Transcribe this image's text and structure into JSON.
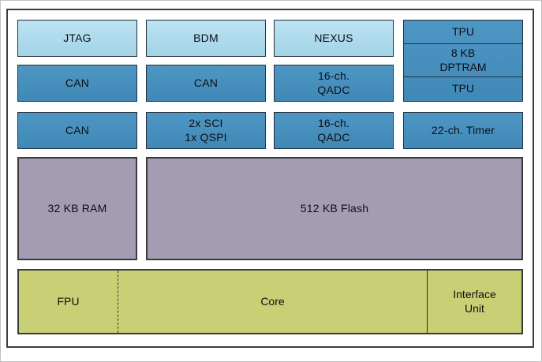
{
  "diagram": {
    "row1": {
      "jtag": "JTAG",
      "bdm": "BDM",
      "nexus": "NEXUS"
    },
    "tpu_stack": {
      "tpu_top": "TPU",
      "dptram": "8 KB\nDPTRAM",
      "tpu_bottom": "TPU"
    },
    "row2": {
      "can_a": "CAN",
      "can_b": "CAN",
      "qadc": "16-ch.\nQADC"
    },
    "row3": {
      "can": "CAN",
      "sci_qspi": "2x SCI\n1x QSPI",
      "qadc": "16-ch.\nQADC",
      "timer": "22-ch. Timer"
    },
    "memory": {
      "ram": "32 KB RAM",
      "flash": "512 KB Flash"
    },
    "core_row": {
      "fpu": "FPU",
      "core": "Core",
      "interface_unit": "Interface\nUnit"
    }
  },
  "colors": {
    "light_blue_top": "#bce3f2",
    "light_blue": "#a2d3e7",
    "medium_blue": "#4e96c3",
    "medium_blue_dark": "#4089b7",
    "purple": "#a49cb3",
    "green": "#c9cf74",
    "box_border": "#23303c",
    "frame_border": "#3d3d3d",
    "text": "#0e0e16"
  }
}
